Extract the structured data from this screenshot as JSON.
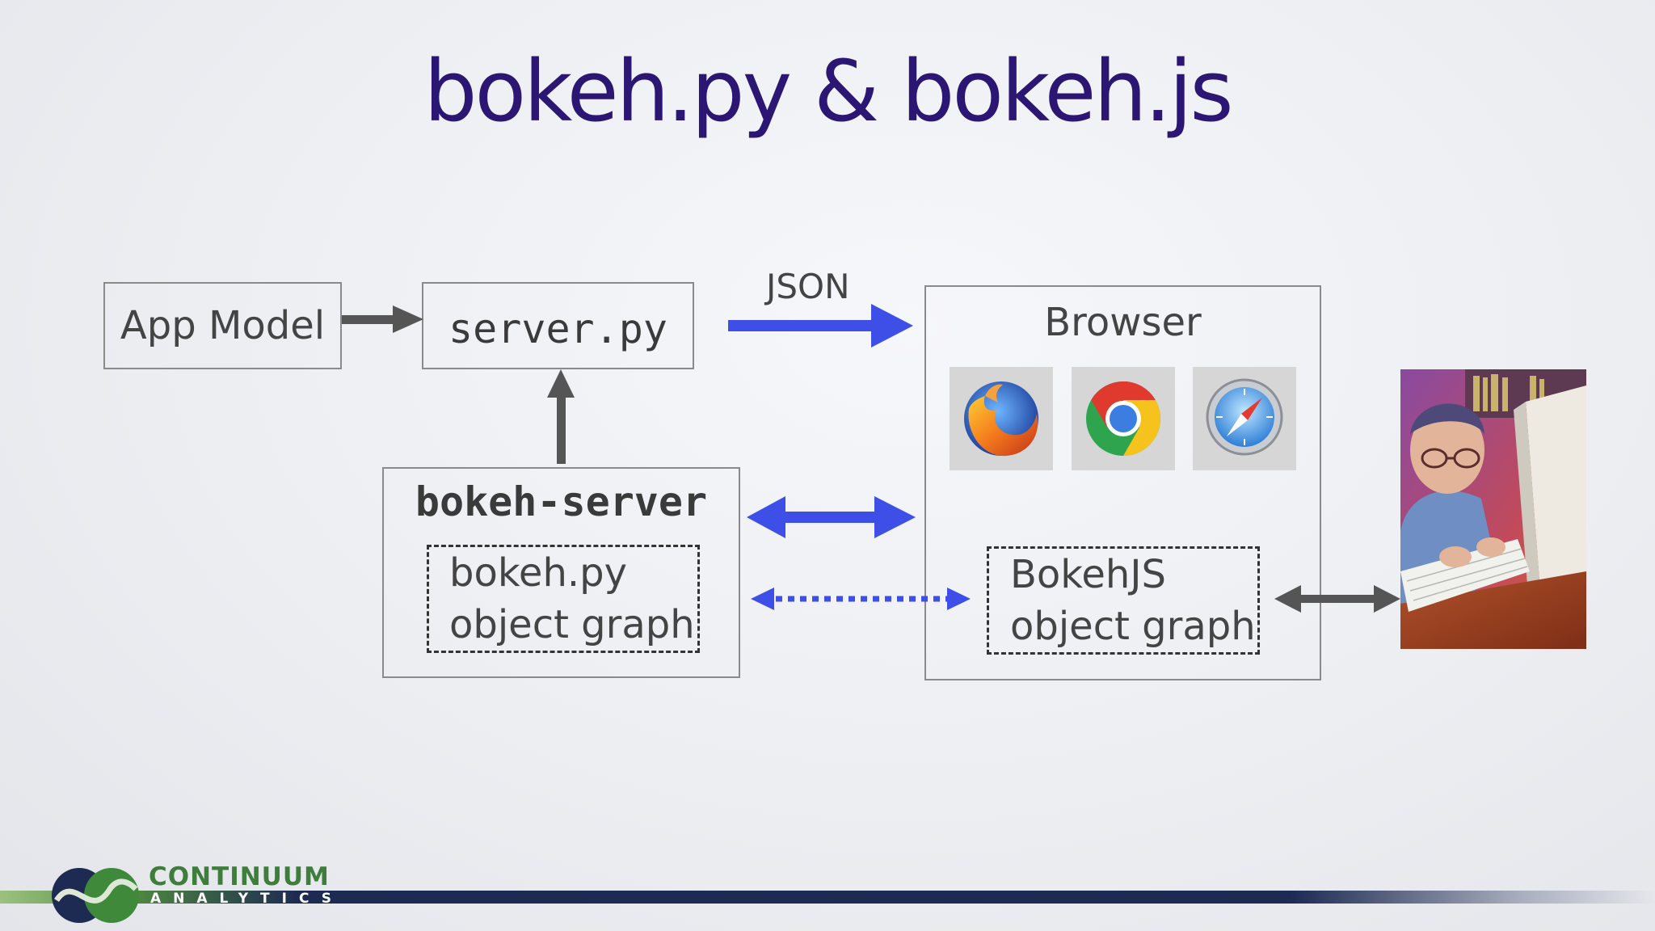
{
  "slide": {
    "title": "bokeh.py & bokeh.js"
  },
  "diagram": {
    "app_model": "App Model",
    "server_py": "server.py",
    "bokeh_server": "bokeh-server",
    "bokeh_py_graph": [
      "bokeh.py",
      "object graph"
    ],
    "json_label": "JSON",
    "browser": "Browser",
    "bokehjs_graph": [
      "BokehJS",
      "object graph"
    ],
    "browser_icons": [
      "firefox-icon",
      "chrome-icon",
      "safari-icon"
    ]
  },
  "footer": {
    "logo_line1": "CONTINUUM",
    "logo_line2": "ANALYTICS"
  },
  "colors": {
    "title": "#2b1673",
    "blue_arrow": "#3d4fe6",
    "gray_arrow": "#555555"
  }
}
